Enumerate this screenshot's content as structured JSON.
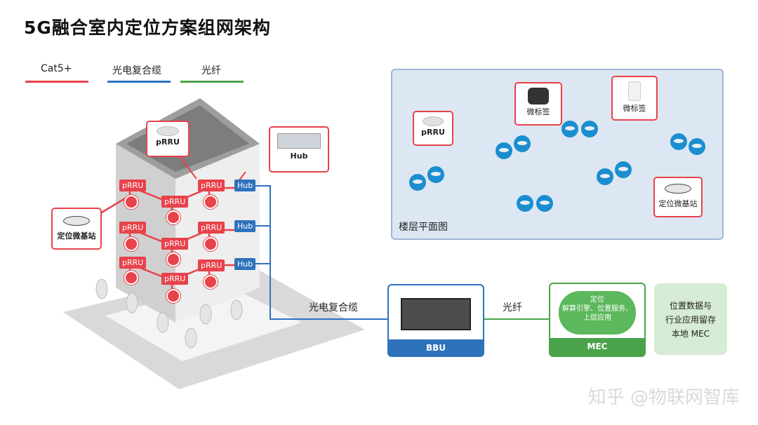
{
  "title": "5G融合室内定位方案组网架构",
  "legend": [
    {
      "label": "Cat5+",
      "color": "#e8424a"
    },
    {
      "label": "光电复合缆",
      "color": "#2f72bc"
    },
    {
      "label": "光纤",
      "color": "#4aa34a"
    }
  ],
  "building": {
    "prru_callout": "pRRU",
    "hub_callout": "Hub",
    "base_station_callout": "定位微基站",
    "prru_label": "pRRU",
    "hub_label": "Hub"
  },
  "floor_plan": {
    "caption": "楼层平面图",
    "prru_callout": "pRRU",
    "tag_callout_1": "微标签",
    "tag_callout_2": "微标签",
    "base_station_callout": "定位微基站"
  },
  "links": {
    "composite_cable": "光电复合缆",
    "fiber": "光纤"
  },
  "bbu": {
    "label": "BBU"
  },
  "mec": {
    "label": "MEC",
    "cloud_title": "定位",
    "cloud_line1": "解算引擎、位置服务、",
    "cloud_line2": "上层应用"
  },
  "retain": {
    "line1": "位置数据与",
    "line2": "行业应用留存",
    "line3": "本地 MEC"
  },
  "watermark": "知乎 @物联网智库"
}
